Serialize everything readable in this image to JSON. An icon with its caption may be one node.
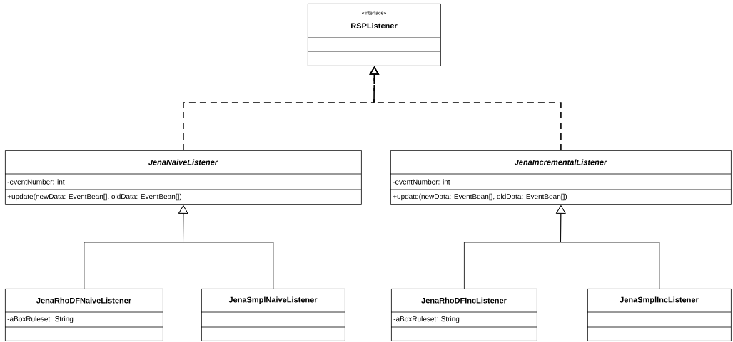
{
  "diagram": {
    "nodes": [
      {
        "text": [
          "«interface»",
          "RSPListener"
        ]
      },
      {
        "text": [
          "JenaNaiveListener",
          "-eventNumber: int",
          "+update(newData: EventBean[], oldData: EventBean[])"
        ]
      },
      {
        "text": [
          "JenaIncrementalListener",
          "-eventNumber: int",
          "+update(newData: EventBean[], oldData: EventBean[])"
        ]
      },
      {
        "text": [
          "JenaRhoDFNaiveListener",
          "-aBoxRuleset: String"
        ]
      },
      {
        "text": [
          "JenaSmplNaiveListener"
        ]
      },
      {
        "text": [
          "JenaRhoDFIncListener",
          "-aBoxRuleset: String"
        ]
      },
      {
        "text": [
          "JenaSmplIncListener"
        ]
      }
    ],
    "edges": [
      {
        "from": 1,
        "to": 0,
        "arrow": "to",
        "style": "dashed"
      },
      {
        "from": 2,
        "to": 0,
        "arrow": "to",
        "style": "dashed"
      },
      {
        "from": 3,
        "to": 1,
        "arrow": "to"
      },
      {
        "from": 4,
        "to": 1,
        "arrow": "to"
      },
      {
        "from": 5,
        "to": 2,
        "arrow": "to"
      },
      {
        "from": 6,
        "to": 2,
        "arrow": "to"
      }
    ]
  }
}
